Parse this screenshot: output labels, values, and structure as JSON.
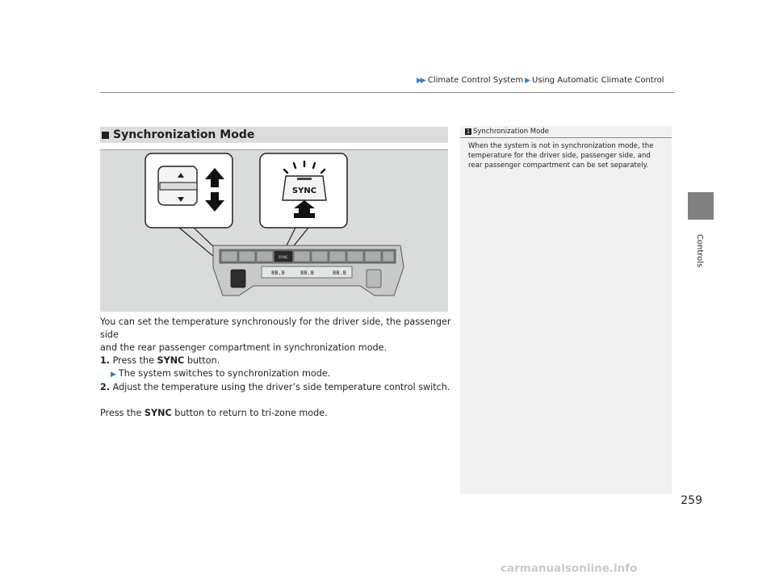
{
  "header": {
    "breadcrumb_parent": "Climate Control System",
    "breadcrumb_child": "Using Automatic Climate Control"
  },
  "side_tab": {
    "label": "Controls"
  },
  "section": {
    "title": "Synchronization Mode"
  },
  "illustration": {
    "sync_label": "SYNC",
    "panel_sync_label": "SYNC",
    "display_left": "88.8",
    "display_mid": "88.8",
    "display_right": "88.8"
  },
  "body": {
    "intro_line1": "You can set the temperature synchronously for the driver side, the passenger side",
    "intro_line2": "and the rear passenger compartment in synchronization mode.",
    "step1_num": "1.",
    "step1_pre": "Press the ",
    "step1_bold": "SYNC",
    "step1_post": " button.",
    "step1_result": "The system switches to synchronization mode.",
    "step2_num": "2.",
    "step2_text": "Adjust the temperature using the driver’s side temperature control switch.",
    "return_pre": "Press the ",
    "return_bold": "SYNC",
    "return_post": " button to return to tri-zone mode."
  },
  "sidebar": {
    "icon": "1",
    "title": "Synchronization Mode",
    "line1": "When the system is not in synchronization mode, the",
    "line2": "temperature for the driver side, passenger side, and",
    "line3": "rear passenger compartment can be set separately."
  },
  "page_number": "259",
  "watermark": "carmanualsonline.info"
}
